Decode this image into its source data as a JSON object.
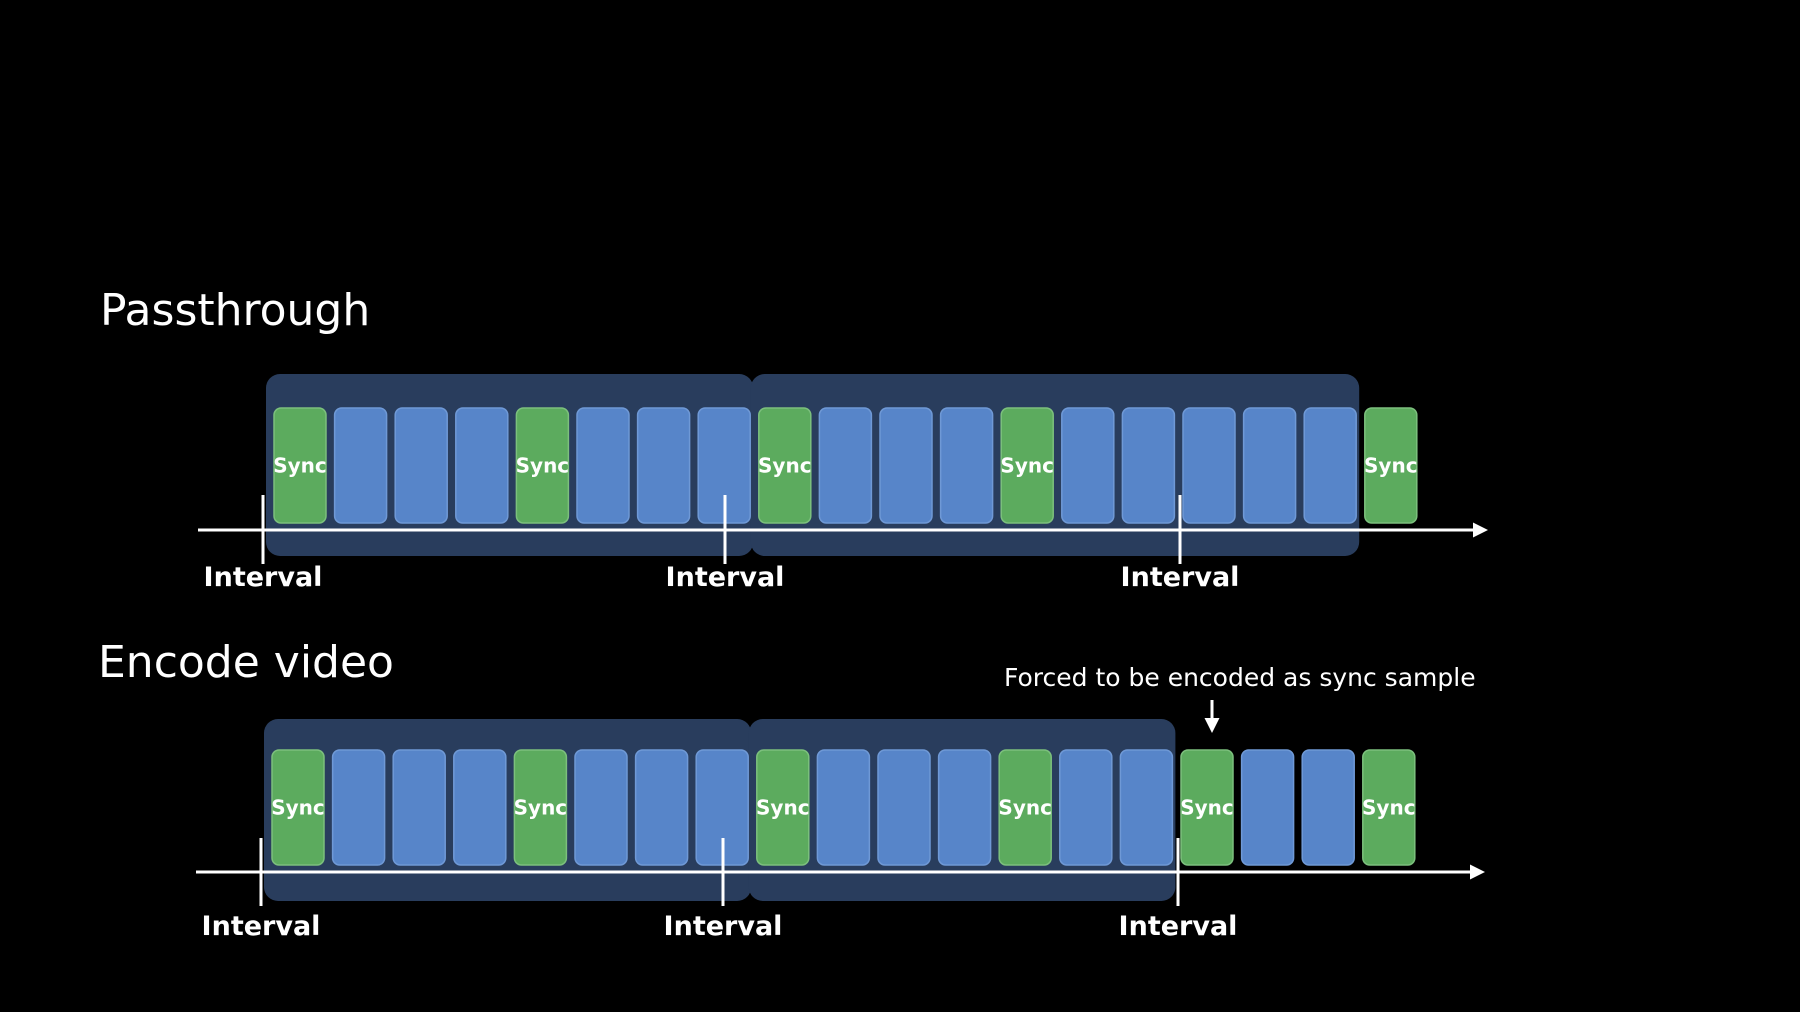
{
  "colors": {
    "background": "#000000",
    "sync_sample": "#5cab5e",
    "sync_sample_border": "#7cc07d",
    "regular_sample": "#5785c9",
    "regular_sample_border": "#6f99d6",
    "group_box": "#293d5d",
    "axis": "#ffffff",
    "text": "#ffffff"
  },
  "annotation": "Forced to be encoded as sync sample",
  "sections": [
    {
      "title": "Passthrough",
      "sync_label": "Sync",
      "interval_label": "Interval",
      "samples": [
        "sync",
        "regular",
        "regular",
        "regular",
        "sync",
        "regular",
        "regular",
        "regular",
        "sync",
        "regular",
        "regular",
        "regular",
        "sync",
        "regular",
        "regular",
        "regular",
        "regular",
        "regular",
        "sync"
      ],
      "interval_marks": [
        "Interval",
        "Interval",
        "Interval"
      ],
      "groups": [
        {
          "samples": 8
        },
        {
          "samples": 10
        }
      ]
    },
    {
      "title": "Encode video",
      "sync_label": "Sync",
      "interval_label": "Interval",
      "samples": [
        "sync",
        "regular",
        "regular",
        "regular",
        "sync",
        "regular",
        "regular",
        "regular",
        "sync",
        "regular",
        "regular",
        "regular",
        "sync",
        "regular",
        "regular",
        "sync",
        "regular",
        "regular",
        "sync"
      ],
      "forced_sync_index": 15,
      "interval_marks": [
        "Interval",
        "Interval",
        "Interval"
      ],
      "groups": [
        {
          "samples": 8
        },
        {
          "samples": 7
        }
      ]
    }
  ]
}
